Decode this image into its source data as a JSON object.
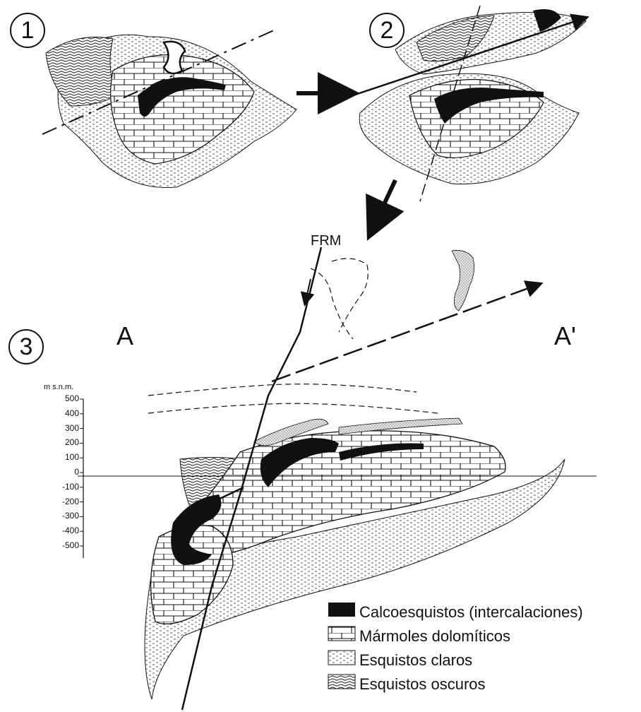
{
  "stages": {
    "s1": "1",
    "s2": "2",
    "s3": "3"
  },
  "section": {
    "left_label": "A",
    "right_label": "A'",
    "fault_label": "FRM"
  },
  "axis": {
    "unit": "m s.n.m.",
    "ticks": [
      "500",
      "400",
      "300",
      "200",
      "100",
      "0",
      "-100",
      "-200",
      "-300",
      "-400",
      "-500"
    ]
  },
  "legend": [
    {
      "label": "Calcoesquistos (intercalaciones)",
      "pattern": "solid-black"
    },
    {
      "label": "Mármoles dolomíticos",
      "pattern": "brick"
    },
    {
      "label": "Esquistos claros",
      "pattern": "stipple-dashes"
    },
    {
      "label": "Esquistos oscuros",
      "pattern": "dense-wavy-lines"
    }
  ],
  "colors": {
    "ink": "#111111",
    "stipple_fill": "#c8c8c8",
    "background": "#ffffff"
  }
}
